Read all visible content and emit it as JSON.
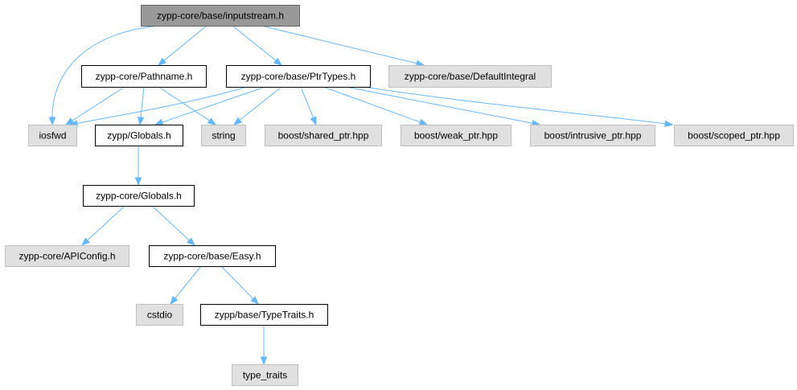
{
  "diagram": {
    "type": "include-dependency-graph",
    "colors": {
      "root_fill": "#999999",
      "root_stroke": "#666666",
      "local_fill": "#ffffff",
      "local_stroke": "#000000",
      "external_fill": "#e0e0e0",
      "external_stroke": "#bfbfbf",
      "edge": "#63b8ff"
    },
    "nodes": [
      {
        "id": "inputstream",
        "label": "zypp-core/base/inputstream.h",
        "kind": "root"
      },
      {
        "id": "pathname",
        "label": "zypp-core/Pathname.h",
        "kind": "local"
      },
      {
        "id": "ptrtypes",
        "label": "zypp-core/base/PtrTypes.h",
        "kind": "local"
      },
      {
        "id": "defaultintegral",
        "label": "zypp-core/base/DefaultIntegral",
        "kind": "external"
      },
      {
        "id": "iosfwd",
        "label": "iosfwd",
        "kind": "external"
      },
      {
        "id": "zypp_globals",
        "label": "zypp/Globals.h",
        "kind": "local"
      },
      {
        "id": "string",
        "label": "string",
        "kind": "external"
      },
      {
        "id": "shared_ptr",
        "label": "boost/shared_ptr.hpp",
        "kind": "external"
      },
      {
        "id": "weak_ptr",
        "label": "boost/weak_ptr.hpp",
        "kind": "external"
      },
      {
        "id": "intrusive_ptr",
        "label": "boost/intrusive_ptr.hpp",
        "kind": "external"
      },
      {
        "id": "scoped_ptr",
        "label": "boost/scoped_ptr.hpp",
        "kind": "external"
      },
      {
        "id": "core_globals",
        "label": "zypp-core/Globals.h",
        "kind": "local"
      },
      {
        "id": "apiconfig",
        "label": "zypp-core/APIConfig.h",
        "kind": "external"
      },
      {
        "id": "easy",
        "label": "zypp-core/base/Easy.h",
        "kind": "local"
      },
      {
        "id": "cstdio",
        "label": "cstdio",
        "kind": "external"
      },
      {
        "id": "typetraits",
        "label": "zypp/base/TypeTraits.h",
        "kind": "local"
      },
      {
        "id": "type_traits",
        "label": "type_traits",
        "kind": "external"
      }
    ],
    "edges": [
      {
        "from": "inputstream",
        "to": "iosfwd"
      },
      {
        "from": "inputstream",
        "to": "pathname"
      },
      {
        "from": "inputstream",
        "to": "ptrtypes"
      },
      {
        "from": "inputstream",
        "to": "defaultintegral"
      },
      {
        "from": "pathname",
        "to": "iosfwd"
      },
      {
        "from": "pathname",
        "to": "zypp_globals"
      },
      {
        "from": "pathname",
        "to": "string"
      },
      {
        "from": "ptrtypes",
        "to": "iosfwd"
      },
      {
        "from": "ptrtypes",
        "to": "zypp_globals"
      },
      {
        "from": "ptrtypes",
        "to": "string"
      },
      {
        "from": "ptrtypes",
        "to": "shared_ptr"
      },
      {
        "from": "ptrtypes",
        "to": "weak_ptr"
      },
      {
        "from": "ptrtypes",
        "to": "intrusive_ptr"
      },
      {
        "from": "ptrtypes",
        "to": "scoped_ptr"
      },
      {
        "from": "zypp_globals",
        "to": "core_globals"
      },
      {
        "from": "core_globals",
        "to": "apiconfig"
      },
      {
        "from": "core_globals",
        "to": "easy"
      },
      {
        "from": "easy",
        "to": "cstdio"
      },
      {
        "from": "easy",
        "to": "typetraits"
      },
      {
        "from": "typetraits",
        "to": "type_traits"
      }
    ]
  }
}
